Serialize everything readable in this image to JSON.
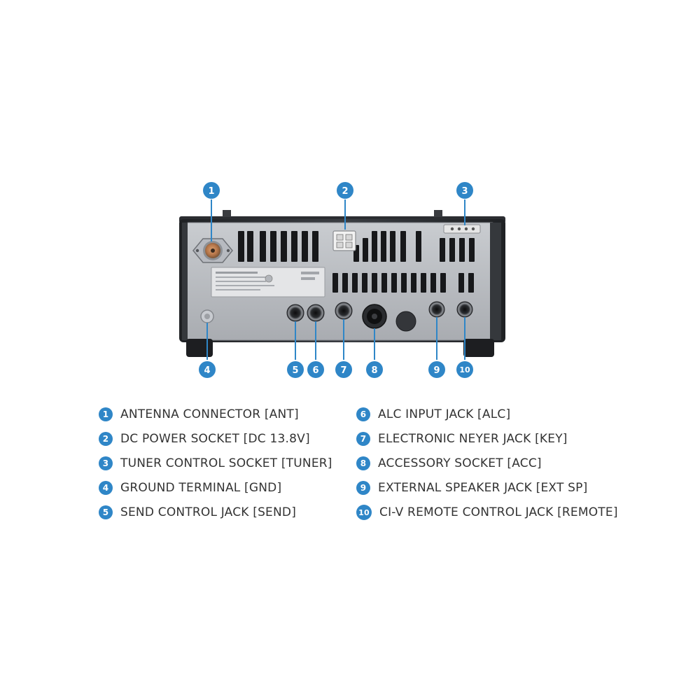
{
  "callouts": [
    {
      "number": "1",
      "label": "ANTENNA CONNECTOR [ANT]"
    },
    {
      "number": "2",
      "label": "DC POWER SOCKET [DC 13.8V]"
    },
    {
      "number": "3",
      "label": "TUNER CONTROL SOCKET [TUNER]"
    },
    {
      "number": "4",
      "label": "GROUND TERMINAL [GND]"
    },
    {
      "number": "5",
      "label": "SEND CONTROL JACK [SEND]"
    },
    {
      "number": "6",
      "label": "ALC INPUT JACK [ALC]"
    },
    {
      "number": "7",
      "label": "ELECTRONIC NEYER JACK [KEY]"
    },
    {
      "number": "8",
      "label": "ACCESSORY SOCKET [ACC]"
    },
    {
      "number": "9",
      "label": "EXTERNAL SPEAKER JACK [EXT SP]"
    },
    {
      "number": "10",
      "label": "CI-V REMOTE CONTROL JACK [REMOTE]"
    }
  ],
  "colors": {
    "badge": "#2f86c7",
    "text": "#333333",
    "chassis_frame": "#2a2c30",
    "panel": "#b9bcc1"
  }
}
